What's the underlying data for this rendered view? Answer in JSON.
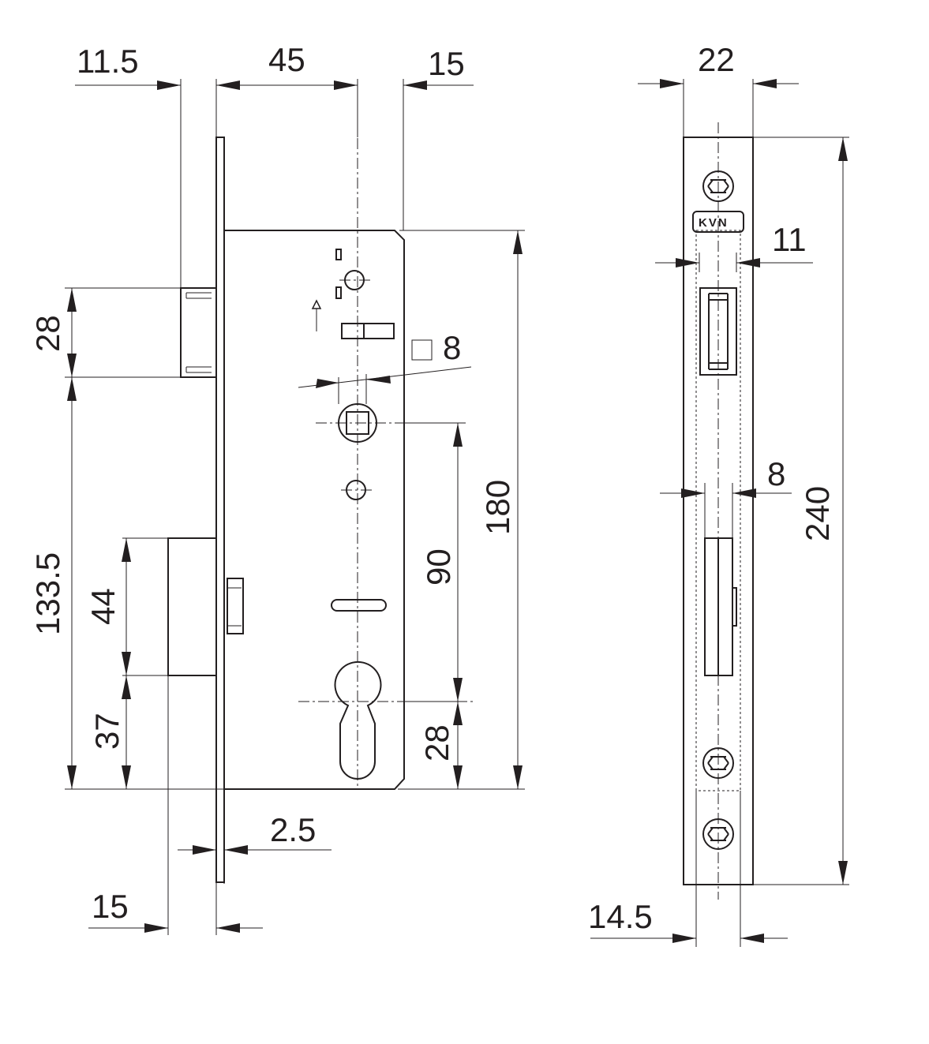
{
  "brand": "KVN",
  "front_view": {
    "dimensions": {
      "faceplate_offset": "11.5",
      "backset": "45",
      "backset_margin": "15",
      "latch_height": "28",
      "spindle_square": "8",
      "follower_to_bottom": "133.5",
      "bolt_height": "44",
      "bolt_to_bottom": "37",
      "cylinder_to_bottom": "28",
      "spindle_to_cylinder": "90",
      "case_height": "180",
      "faceplate_thickness": "2.5",
      "bolt_projection": "15"
    }
  },
  "side_view": {
    "dimensions": {
      "faceplate_width": "22",
      "latch_slot_width": "11",
      "bolt_slot_width": "8",
      "faceplate_length": "240",
      "case_width": "14.5"
    }
  }
}
